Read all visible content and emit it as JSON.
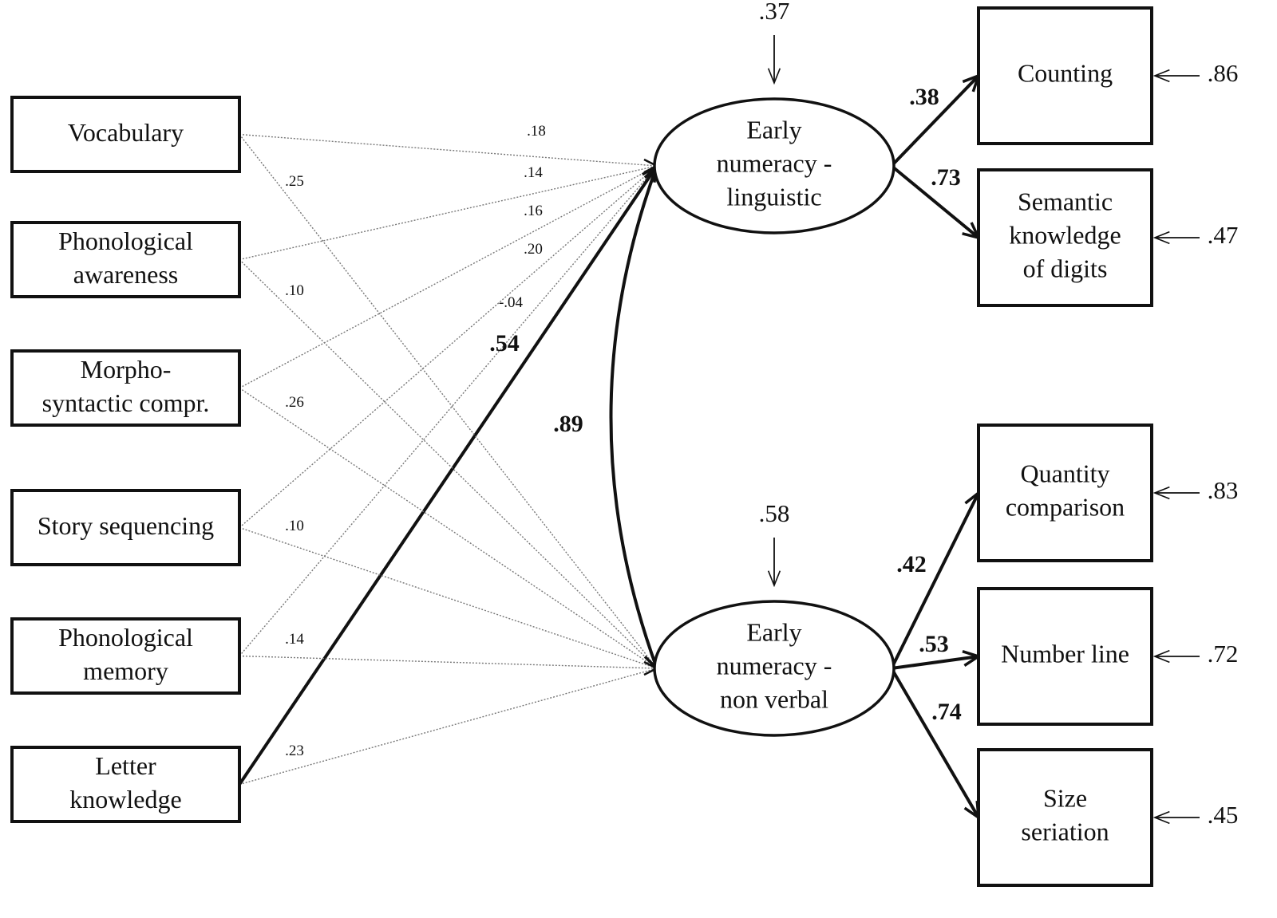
{
  "predictors": [
    {
      "id": "vocabulary",
      "lines": [
        "Vocabulary"
      ]
    },
    {
      "id": "phon-awareness",
      "lines": [
        "Phonological",
        "awareness"
      ]
    },
    {
      "id": "morpho",
      "lines": [
        "Morpho-",
        "syntactic compr."
      ]
    },
    {
      "id": "story",
      "lines": [
        "Story sequencing"
      ]
    },
    {
      "id": "phon-memory",
      "lines": [
        "Phonological",
        "memory"
      ]
    },
    {
      "id": "letter",
      "lines": [
        "Letter",
        "knowledge"
      ]
    }
  ],
  "latents": [
    {
      "id": "linguistic",
      "lines": [
        "Early",
        "numeracy -",
        "linguistic"
      ],
      "residual": ".37"
    },
    {
      "id": "nonverbal",
      "lines": [
        "Early",
        "numeracy -",
        "non verbal"
      ],
      "residual": ".58"
    }
  ],
  "indicators": [
    {
      "id": "counting",
      "latent": "linguistic",
      "lines": [
        "Counting"
      ],
      "loading": ".38",
      "error": ".86"
    },
    {
      "id": "semantic",
      "latent": "linguistic",
      "lines": [
        "Semantic",
        "knowledge",
        "of digits"
      ],
      "loading": ".73",
      "error": ".47"
    },
    {
      "id": "quantity",
      "latent": "nonverbal",
      "lines": [
        "Quantity",
        "comparison"
      ],
      "loading": ".42",
      "error": ".83"
    },
    {
      "id": "numberline",
      "latent": "nonverbal",
      "lines": [
        "Number line"
      ],
      "loading": ".53",
      "error": ".72"
    },
    {
      "id": "size",
      "latent": "nonverbal",
      "lines": [
        "Size",
        "seriation"
      ],
      "loading": ".74",
      "error": ".45"
    }
  ],
  "paths_to_linguistic": [
    {
      "from": "vocabulary",
      "coef": ".18"
    },
    {
      "from": "phon-awareness",
      "coef": ".14"
    },
    {
      "from": "morpho",
      "coef": ".16"
    },
    {
      "from": "story",
      "coef": ".20"
    },
    {
      "from": "phon-memory",
      "coef": "-.04"
    },
    {
      "from": "letter",
      "coef": ".54",
      "bold": true
    }
  ],
  "paths_to_nonverbal": [
    {
      "from": "vocabulary",
      "coef": ".25"
    },
    {
      "from": "phon-awareness",
      "coef": ".10"
    },
    {
      "from": "morpho",
      "coef": ".26"
    },
    {
      "from": "story",
      "coef": ".10"
    },
    {
      "from": "phon-memory",
      "coef": ".14"
    },
    {
      "from": "letter",
      "coef": ".23"
    }
  ],
  "latent_correlation": ".89"
}
